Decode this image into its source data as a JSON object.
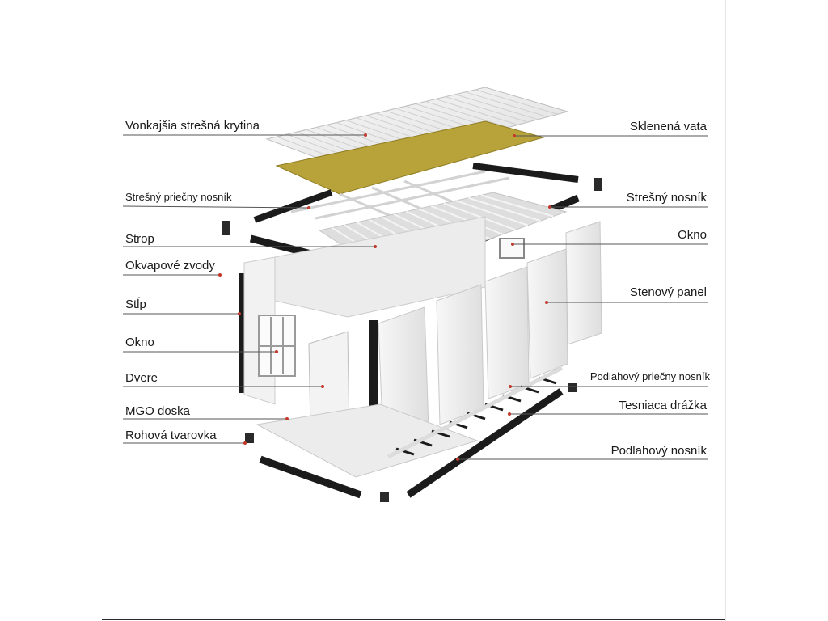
{
  "labels": {
    "left": [
      "Vonkajšia strešná krytina",
      "Strešný priečny nosník",
      "Strop",
      "Okvapové zvody",
      "Stĺp",
      "Okno",
      "Dvere",
      "MGO doska",
      "Rohová tvarovka"
    ],
    "right": [
      "Sklenená vata",
      "Strešný nosník",
      "Okno",
      "Stenový panel",
      "Podlahový priečny nosník",
      "Tesniaca drážka",
      "Podlahový nosník"
    ]
  },
  "colors": {
    "leader_line": "#555555",
    "dot": "#c0392b",
    "frame_beam": "#1b1b1b",
    "panel": "#f1f1f1",
    "panel_stroke": "#c9c9c9",
    "insulation": "#b8a23a"
  }
}
